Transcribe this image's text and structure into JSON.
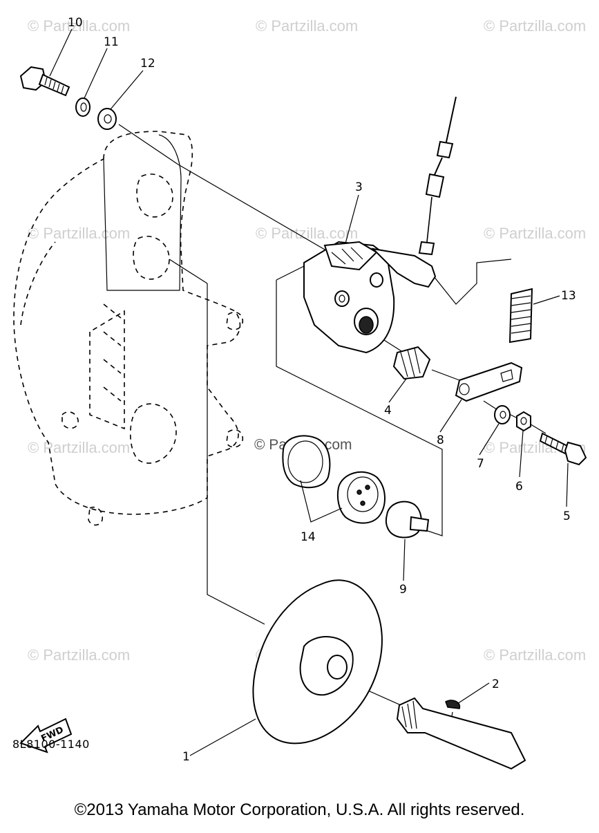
{
  "diagram": {
    "callouts": [
      {
        "id": "10",
        "label": "10"
      },
      {
        "id": "11",
        "label": "11"
      },
      {
        "id": "12",
        "label": "12"
      },
      {
        "id": "3",
        "label": "3"
      },
      {
        "id": "13",
        "label": "13"
      },
      {
        "id": "4",
        "label": "4"
      },
      {
        "id": "8",
        "label": "8"
      },
      {
        "id": "7",
        "label": "7"
      },
      {
        "id": "6",
        "label": "6"
      },
      {
        "id": "5",
        "label": "5"
      },
      {
        "id": "14",
        "label": "14"
      },
      {
        "id": "9",
        "label": "9"
      },
      {
        "id": "2",
        "label": "2"
      },
      {
        "id": "1",
        "label": "1"
      }
    ],
    "fwd_label": "FWD",
    "diagram_code": "8L8100-1140",
    "watermark_text": "© Partzilla.com",
    "copyright": "©2013 Yamaha Motor Corporation, U.S.A. All rights reserved."
  }
}
